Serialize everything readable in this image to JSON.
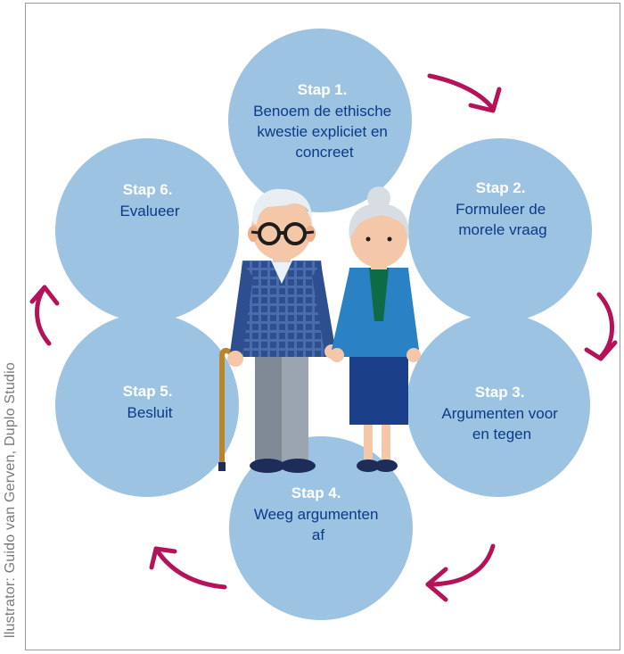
{
  "credit": "llustrator: Guido van Gerven, Duplo Studio",
  "colors": {
    "circle": "#9dc3e3",
    "arrow": "#b41259",
    "text": "#0a3a88",
    "title": "#ffffff"
  },
  "steps": [
    {
      "title": "Stap 1.",
      "lines": [
        "Benoem de ethische",
        "kwestie expliciet en",
        "concreet"
      ]
    },
    {
      "title": "Stap 2.",
      "lines": [
        "Formuleer de",
        "morele vraag"
      ]
    },
    {
      "title": "Stap 3.",
      "lines": [
        "Argumenten voor",
        "en tegen"
      ]
    },
    {
      "title": "Stap 4.",
      "lines": [
        "Weeg argumenten",
        "af"
      ]
    },
    {
      "title": "Stap 5.",
      "lines": [
        "Besluit"
      ]
    },
    {
      "title": "Stap 6.",
      "lines": [
        "Evalueer"
      ]
    }
  ]
}
